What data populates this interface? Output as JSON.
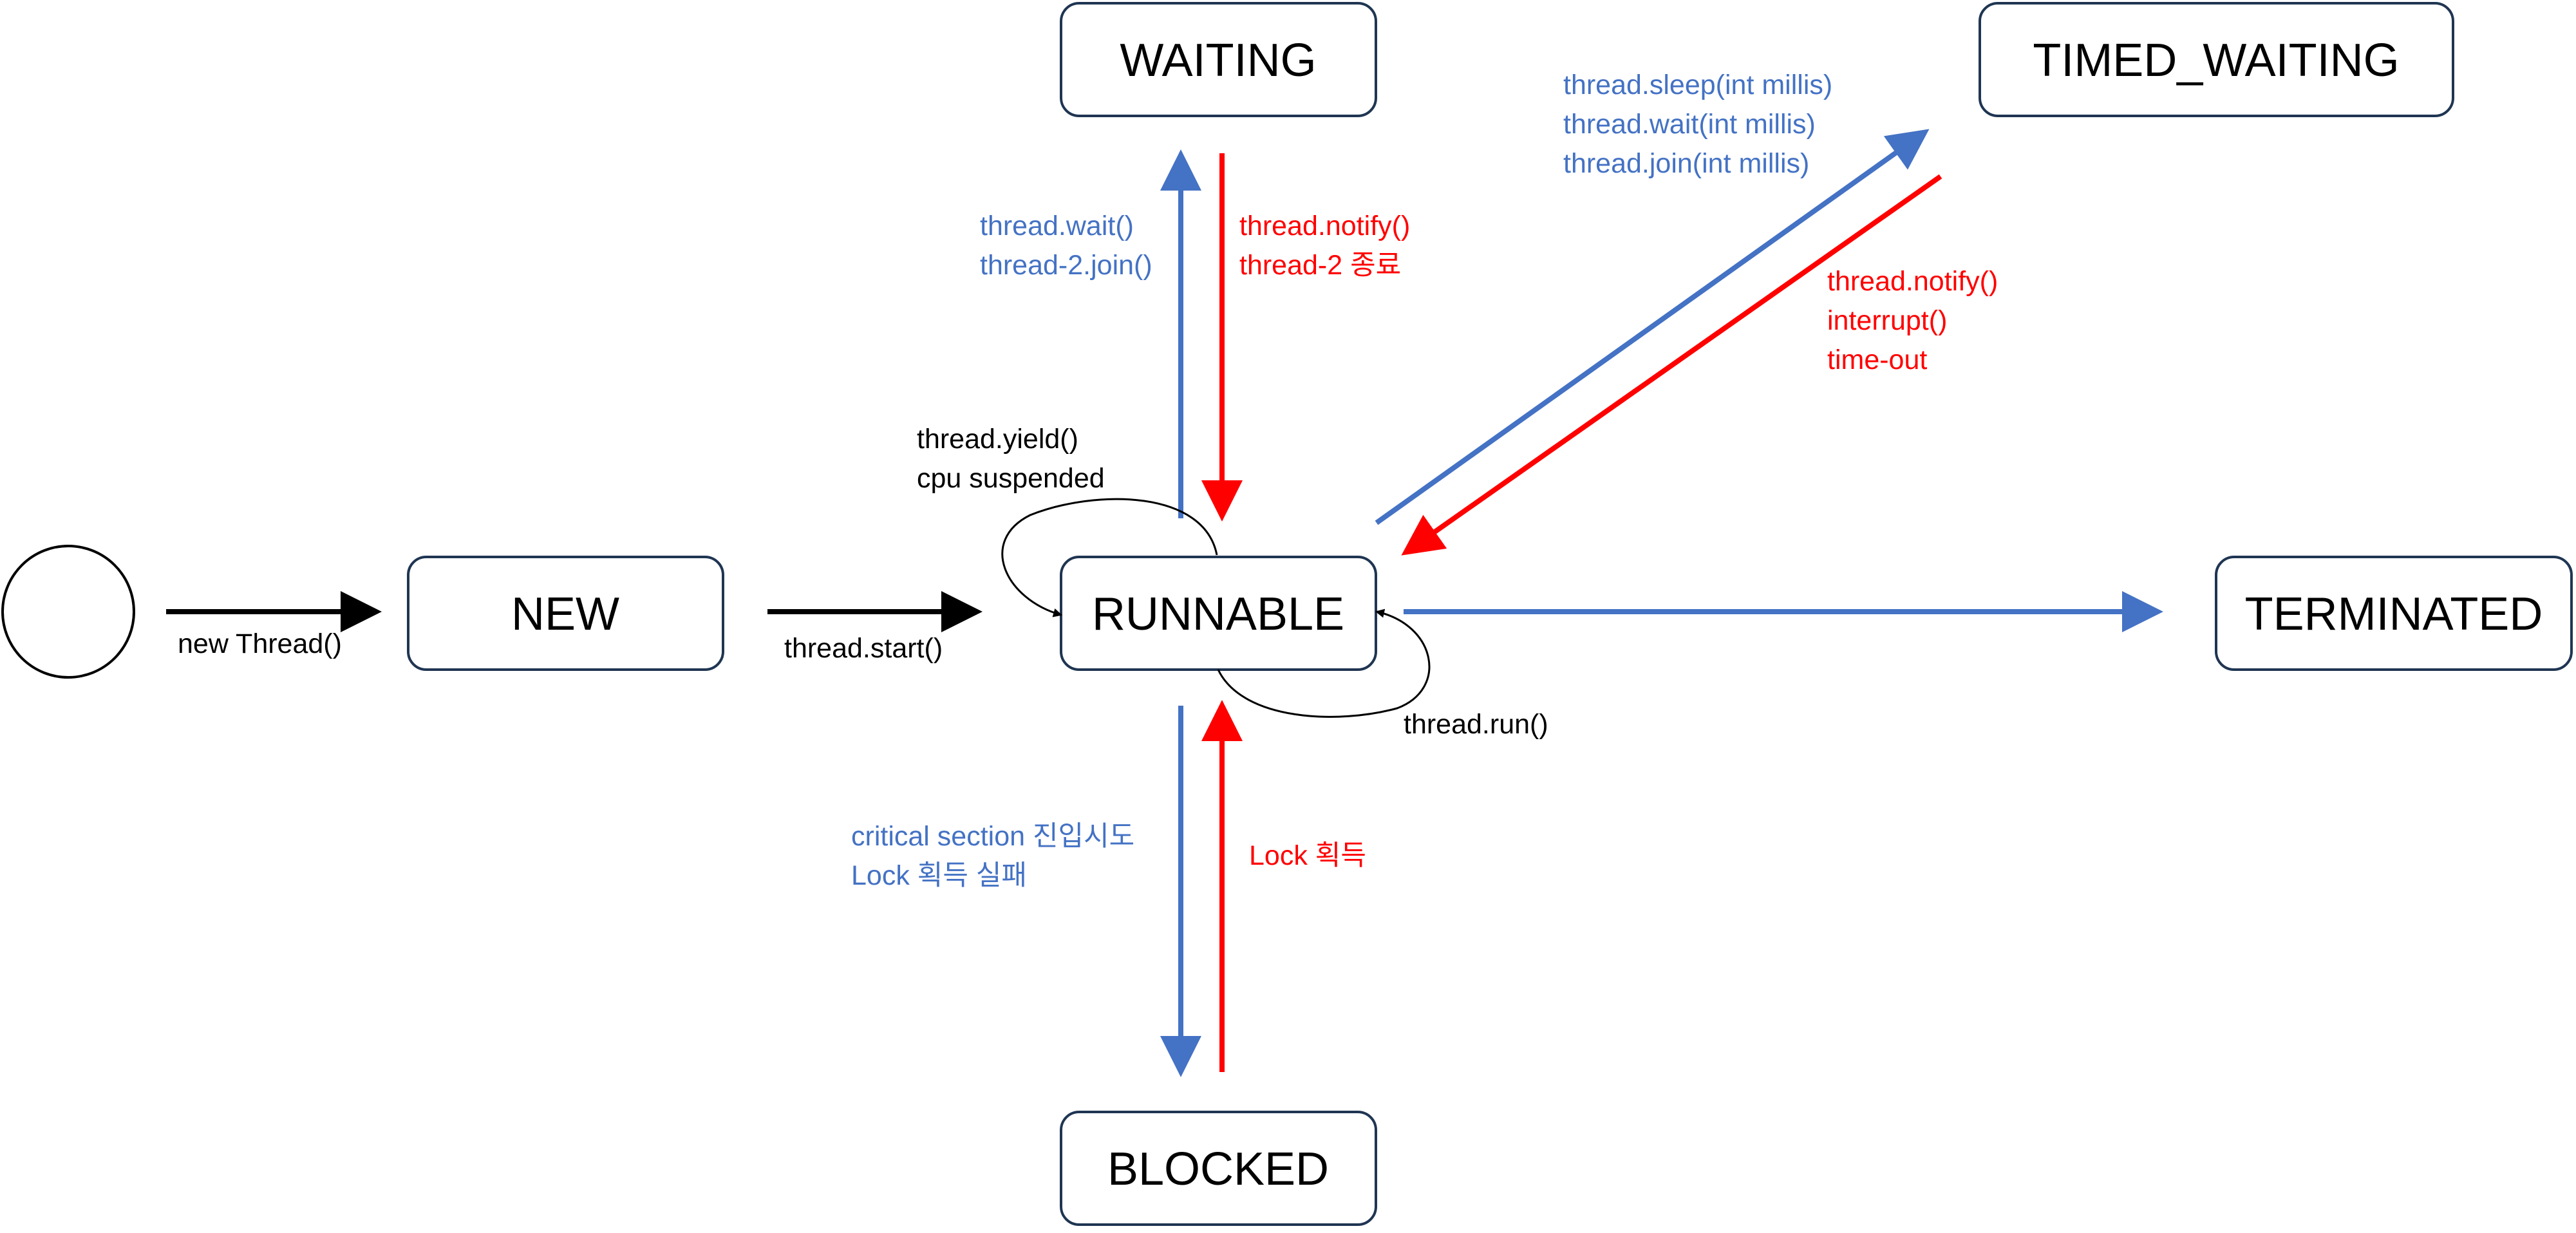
{
  "colors": {
    "blue": "#4472c4",
    "red": "#ff0000",
    "black": "#000000",
    "box_stroke": "#1f3552"
  },
  "states": {
    "initial": "",
    "new": "NEW",
    "runnable": "RUNNABLE",
    "waiting": "WAITING",
    "timed_waiting": "TIMED_WAITING",
    "terminated": "TERMINATED",
    "blocked": "BLOCKED"
  },
  "transitions": {
    "initial_to_new": [
      "new Thread()"
    ],
    "new_to_runnable": [
      "thread.start()"
    ],
    "runnable_to_waiting": [
      "thread.wait()",
      "thread-2.join()"
    ],
    "waiting_to_runnable": [
      "thread.notify()",
      "thread-2 종료"
    ],
    "runnable_to_timed_waiting": [
      "thread.sleep(int millis)",
      "thread.wait(int millis)",
      "thread.join(int millis)"
    ],
    "timed_waiting_to_runnable": [
      "thread.notify()",
      "interrupt()",
      "time-out"
    ],
    "runnable_self_top": [
      "thread.yield()",
      "cpu suspended"
    ],
    "runnable_self_bottom": [
      "thread.run()"
    ],
    "runnable_to_blocked": [
      "critical section 진입시도",
      "Lock 획득 실패"
    ],
    "blocked_to_runnable": [
      "Lock 획득"
    ]
  }
}
